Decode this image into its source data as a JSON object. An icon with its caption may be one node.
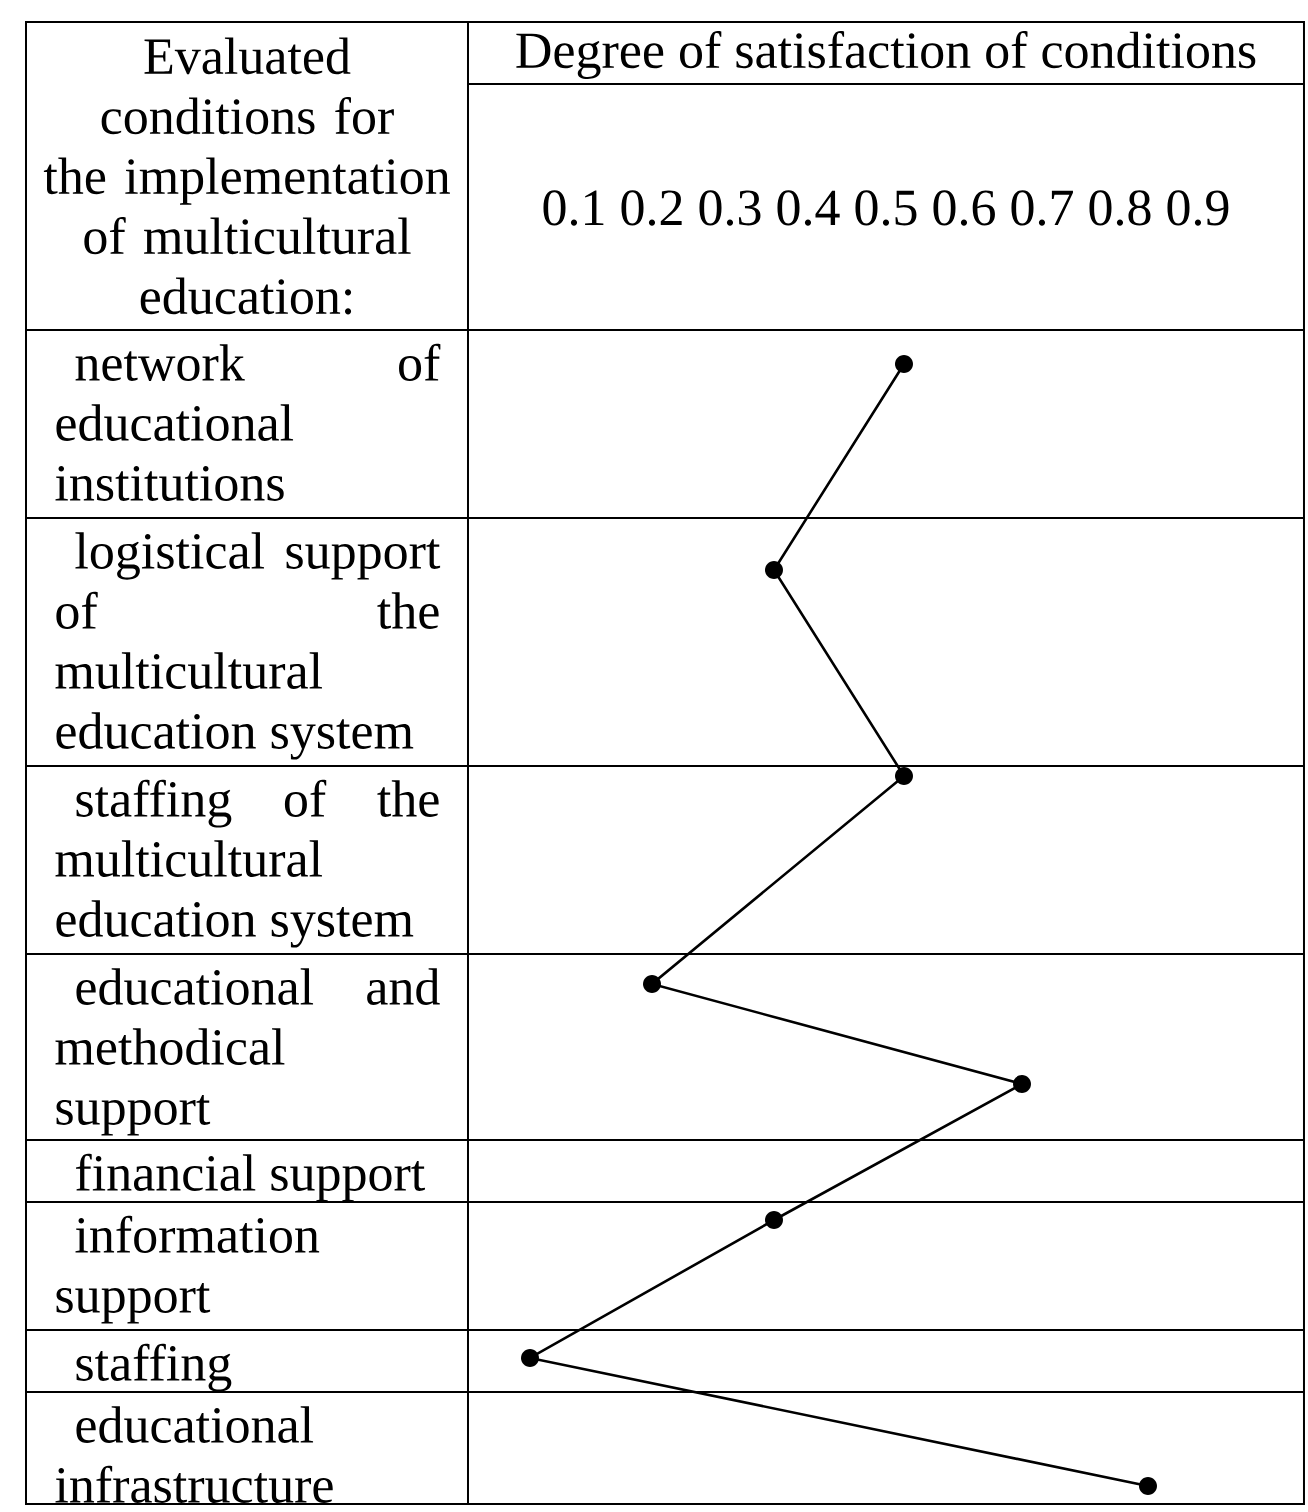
{
  "diagram": {
    "labels": [
      "Evaluated conditions for the implementation of multicultural education:",
      "Degree of satisfaction of conditions",
      "0.1 0.2 0.3 0.4 0.5 0.6 0.7 0.8 0.9",
      "network of educational institutions",
      "logistical support of the multicultural education system",
      "staffing of the multicultural education system",
      "educational and methodical support",
      "financial support",
      "information support",
      "staffing",
      "educational infrastructure"
    ]
  }
}
